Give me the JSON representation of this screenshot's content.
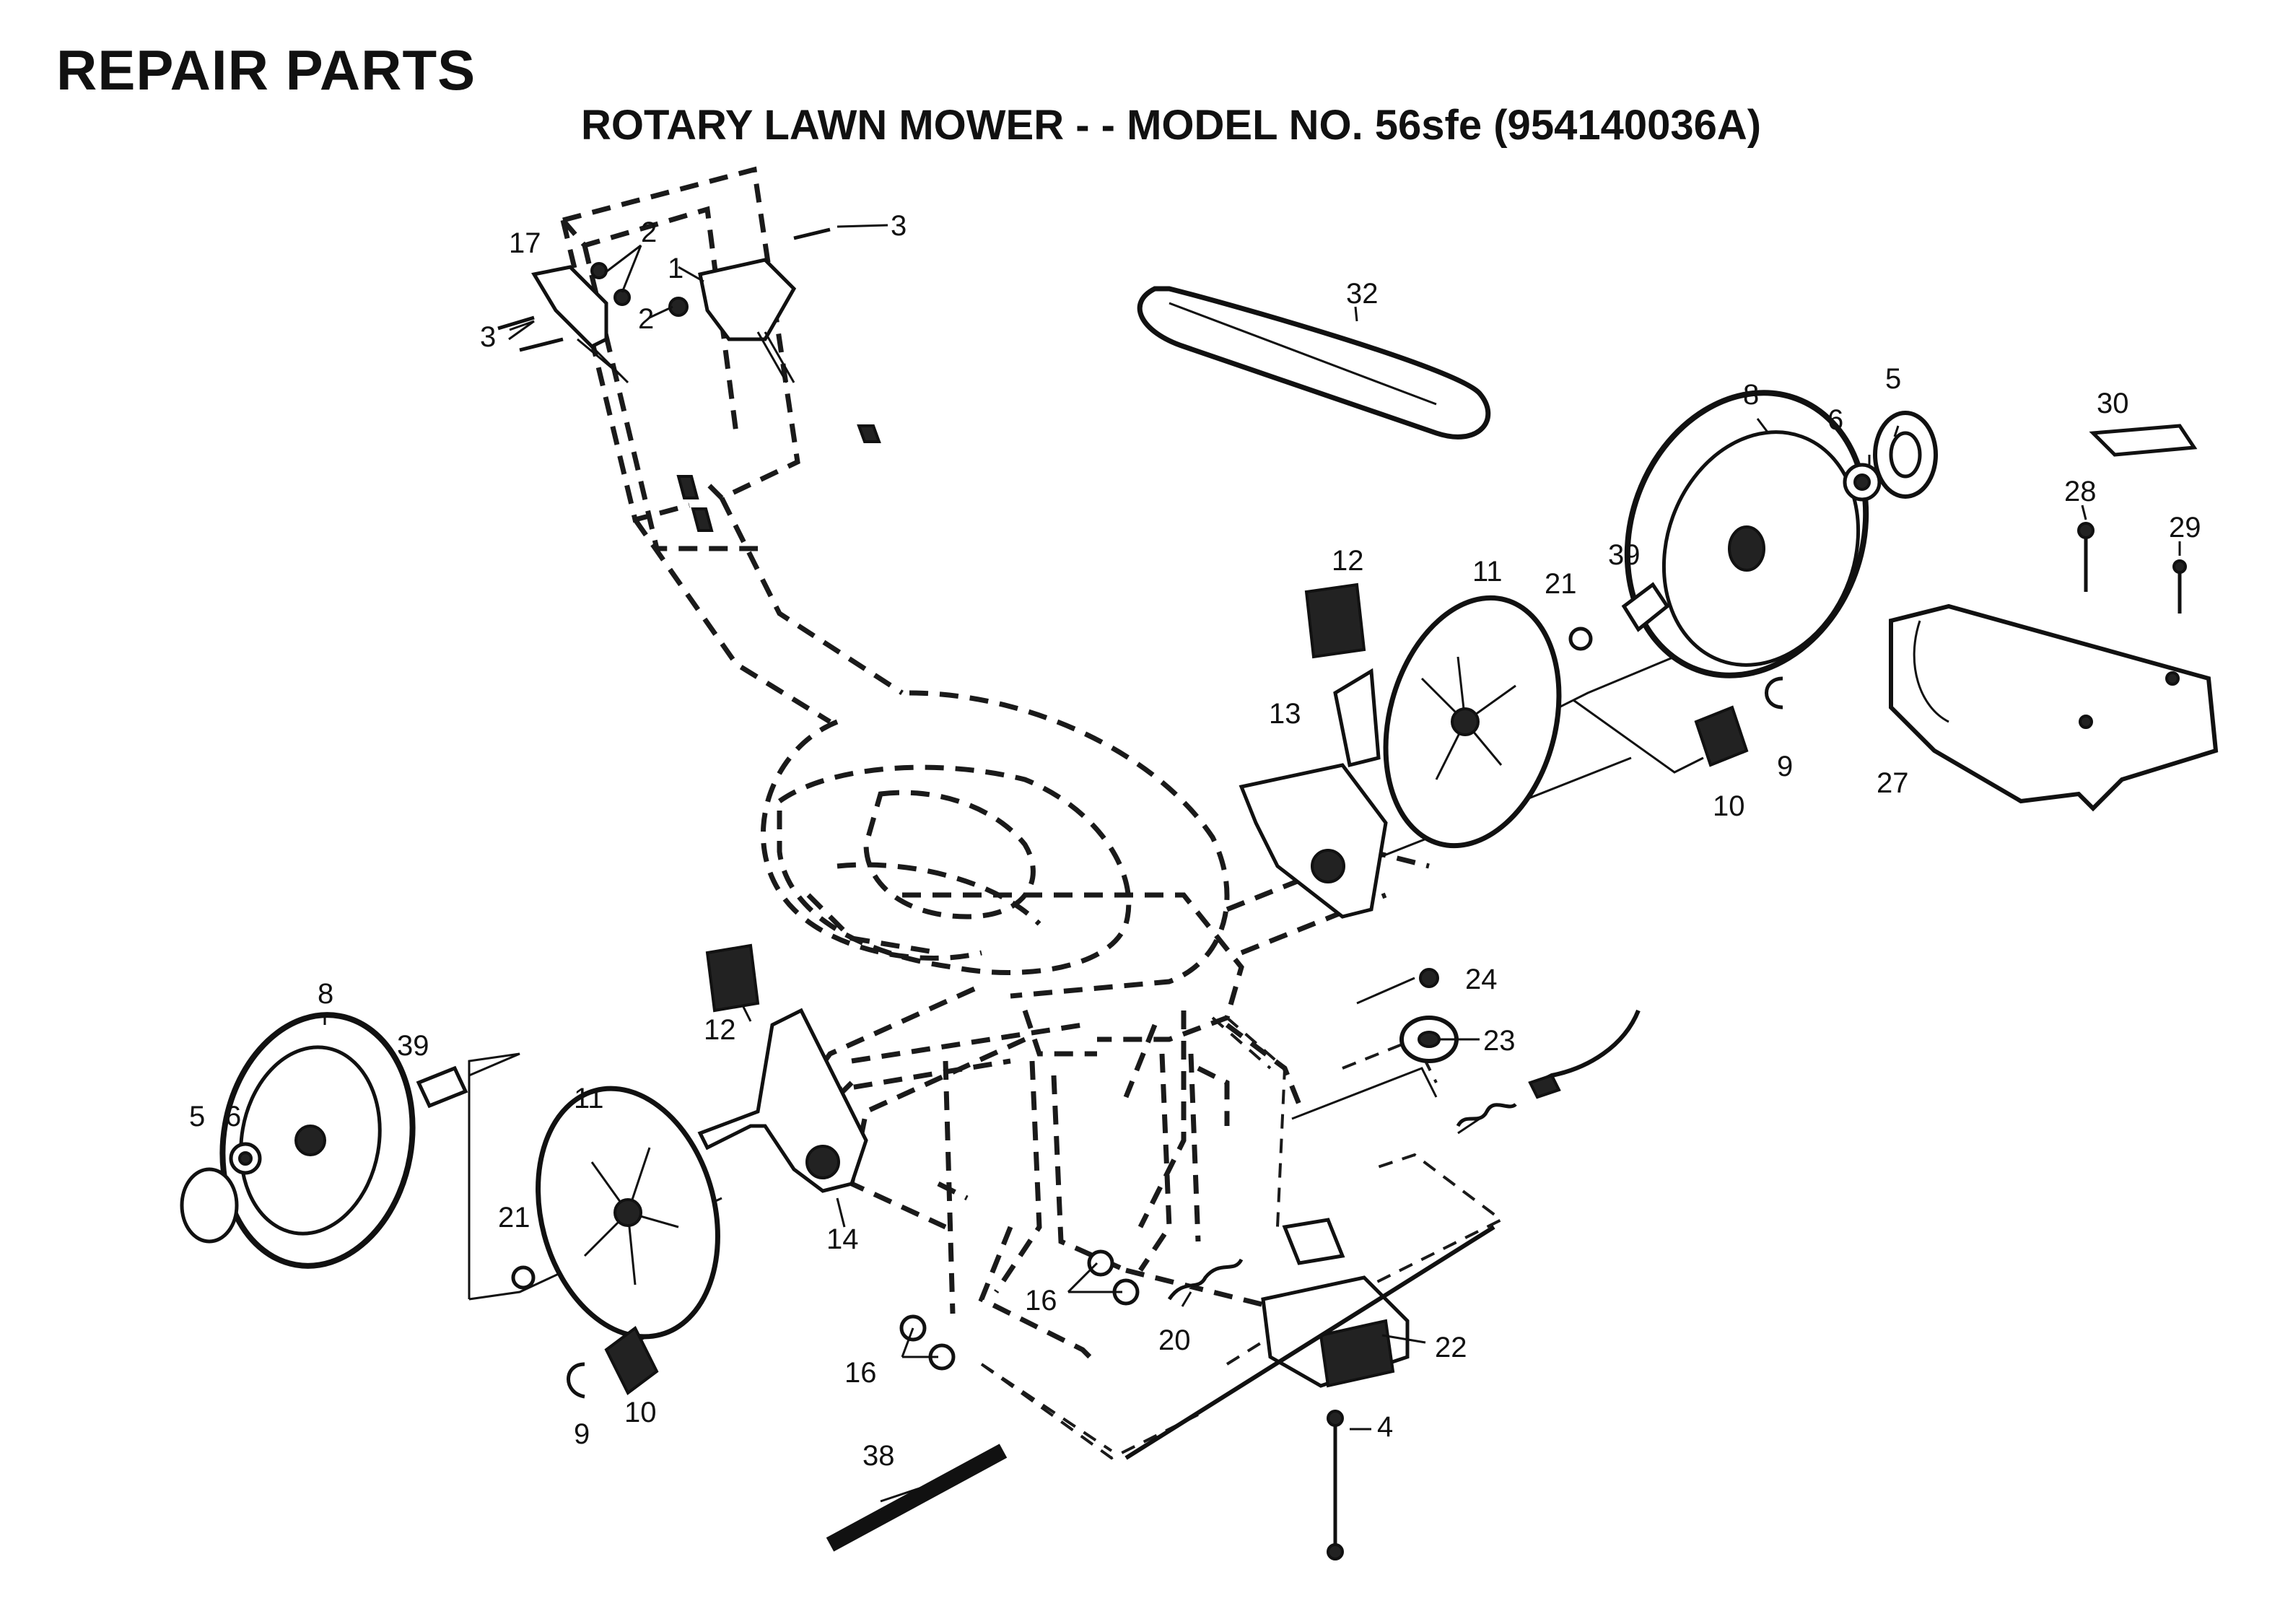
{
  "header": {
    "title": "REPAIR PARTS",
    "subtitle": "ROTARY LAWN MOWER - - MODEL NO. 56sfe (954140036A)"
  },
  "callouts": {
    "c1": "1",
    "c2": "2",
    "c3": "3",
    "c4": "4",
    "c5": "5",
    "c6": "6",
    "c8": "8",
    "c9": "9",
    "c10": "10",
    "c11": "11",
    "c12": "12",
    "c13": "13",
    "c14": "14",
    "c16": "16",
    "c17": "17",
    "c20": "20",
    "c21": "21",
    "c22": "22",
    "c23": "23",
    "c24": "24",
    "c27": "27",
    "c28": "28",
    "c29": "29",
    "c30": "30",
    "c32": "32",
    "c38": "38",
    "c39": "39"
  }
}
